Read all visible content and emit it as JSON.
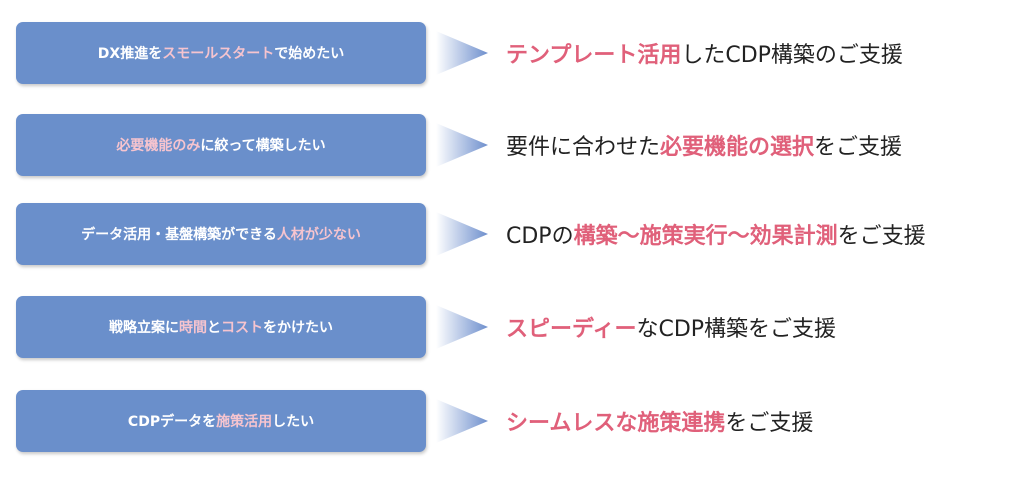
{
  "colors": {
    "box_background": "#6a8fcb",
    "box_highlight_text": "#f6c4cf",
    "result_highlight_text": "#e0607a",
    "result_text": "#222222"
  },
  "rows": [
    {
      "problem": [
        {
          "text": "DX推進を",
          "hl": false
        },
        {
          "text": "スモールスタート",
          "hl": true
        },
        {
          "text": "で始めたい",
          "hl": false
        }
      ],
      "solution": [
        {
          "text": "テンプレート活用",
          "hl": true
        },
        {
          "text": "したCDP構築のご支援",
          "hl": false
        }
      ]
    },
    {
      "problem": [
        {
          "text": "必要機能のみ",
          "hl": true
        },
        {
          "text": "に絞って構築したい",
          "hl": false
        }
      ],
      "solution": [
        {
          "text": "要件に合わせた",
          "hl": false
        },
        {
          "text": "必要機能の選択",
          "hl": true
        },
        {
          "text": "をご支援",
          "hl": false
        }
      ]
    },
    {
      "problem": [
        {
          "text": "データ活用・基盤構築ができる",
          "hl": false
        },
        {
          "text": "人材が少ない",
          "hl": true
        }
      ],
      "solution": [
        {
          "text": "CDPの",
          "hl": false
        },
        {
          "text": "構築～施策実行～効果計測",
          "hl": true
        },
        {
          "text": "をご支援",
          "hl": false
        }
      ]
    },
    {
      "problem": [
        {
          "text": "戦略立案に",
          "hl": false
        },
        {
          "text": "時間",
          "hl": true
        },
        {
          "text": "と",
          "hl": false
        },
        {
          "text": "コスト",
          "hl": true
        },
        {
          "text": "をかけたい",
          "hl": false
        }
      ],
      "solution": [
        {
          "text": "スピーディー",
          "hl": true
        },
        {
          "text": "なCDP構築をご支援",
          "hl": false
        }
      ]
    },
    {
      "problem": [
        {
          "text": "CDPデータを",
          "hl": false
        },
        {
          "text": "施策活用",
          "hl": true
        },
        {
          "text": "したい",
          "hl": false
        }
      ],
      "solution": [
        {
          "text": "シームレスな施策連携",
          "hl": true
        },
        {
          "text": "をご支援",
          "hl": false
        }
      ]
    }
  ]
}
